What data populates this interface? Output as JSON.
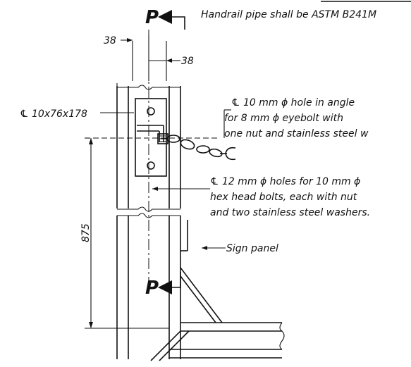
{
  "section_marks": {
    "top": "P",
    "bottom": "P"
  },
  "notes": {
    "handrail": "Handrail pipe shall be ASTM B241M",
    "plate": "℄ 10x76x178",
    "hole_angle": [
      "℄ 10 mm ϕ hole in angle",
      "for 8 mm ϕ eyebolt with",
      "one nut and stainless steel w"
    ],
    "holes_bolts": [
      "℄ 12 mm ϕ holes for 10 mm ϕ",
      "hex head bolts, each with nut",
      "and two stainless steel washers."
    ],
    "sign_panel": "Sign panel"
  },
  "dimensions": {
    "left_38": "38",
    "right_38": "38",
    "height": "875"
  }
}
